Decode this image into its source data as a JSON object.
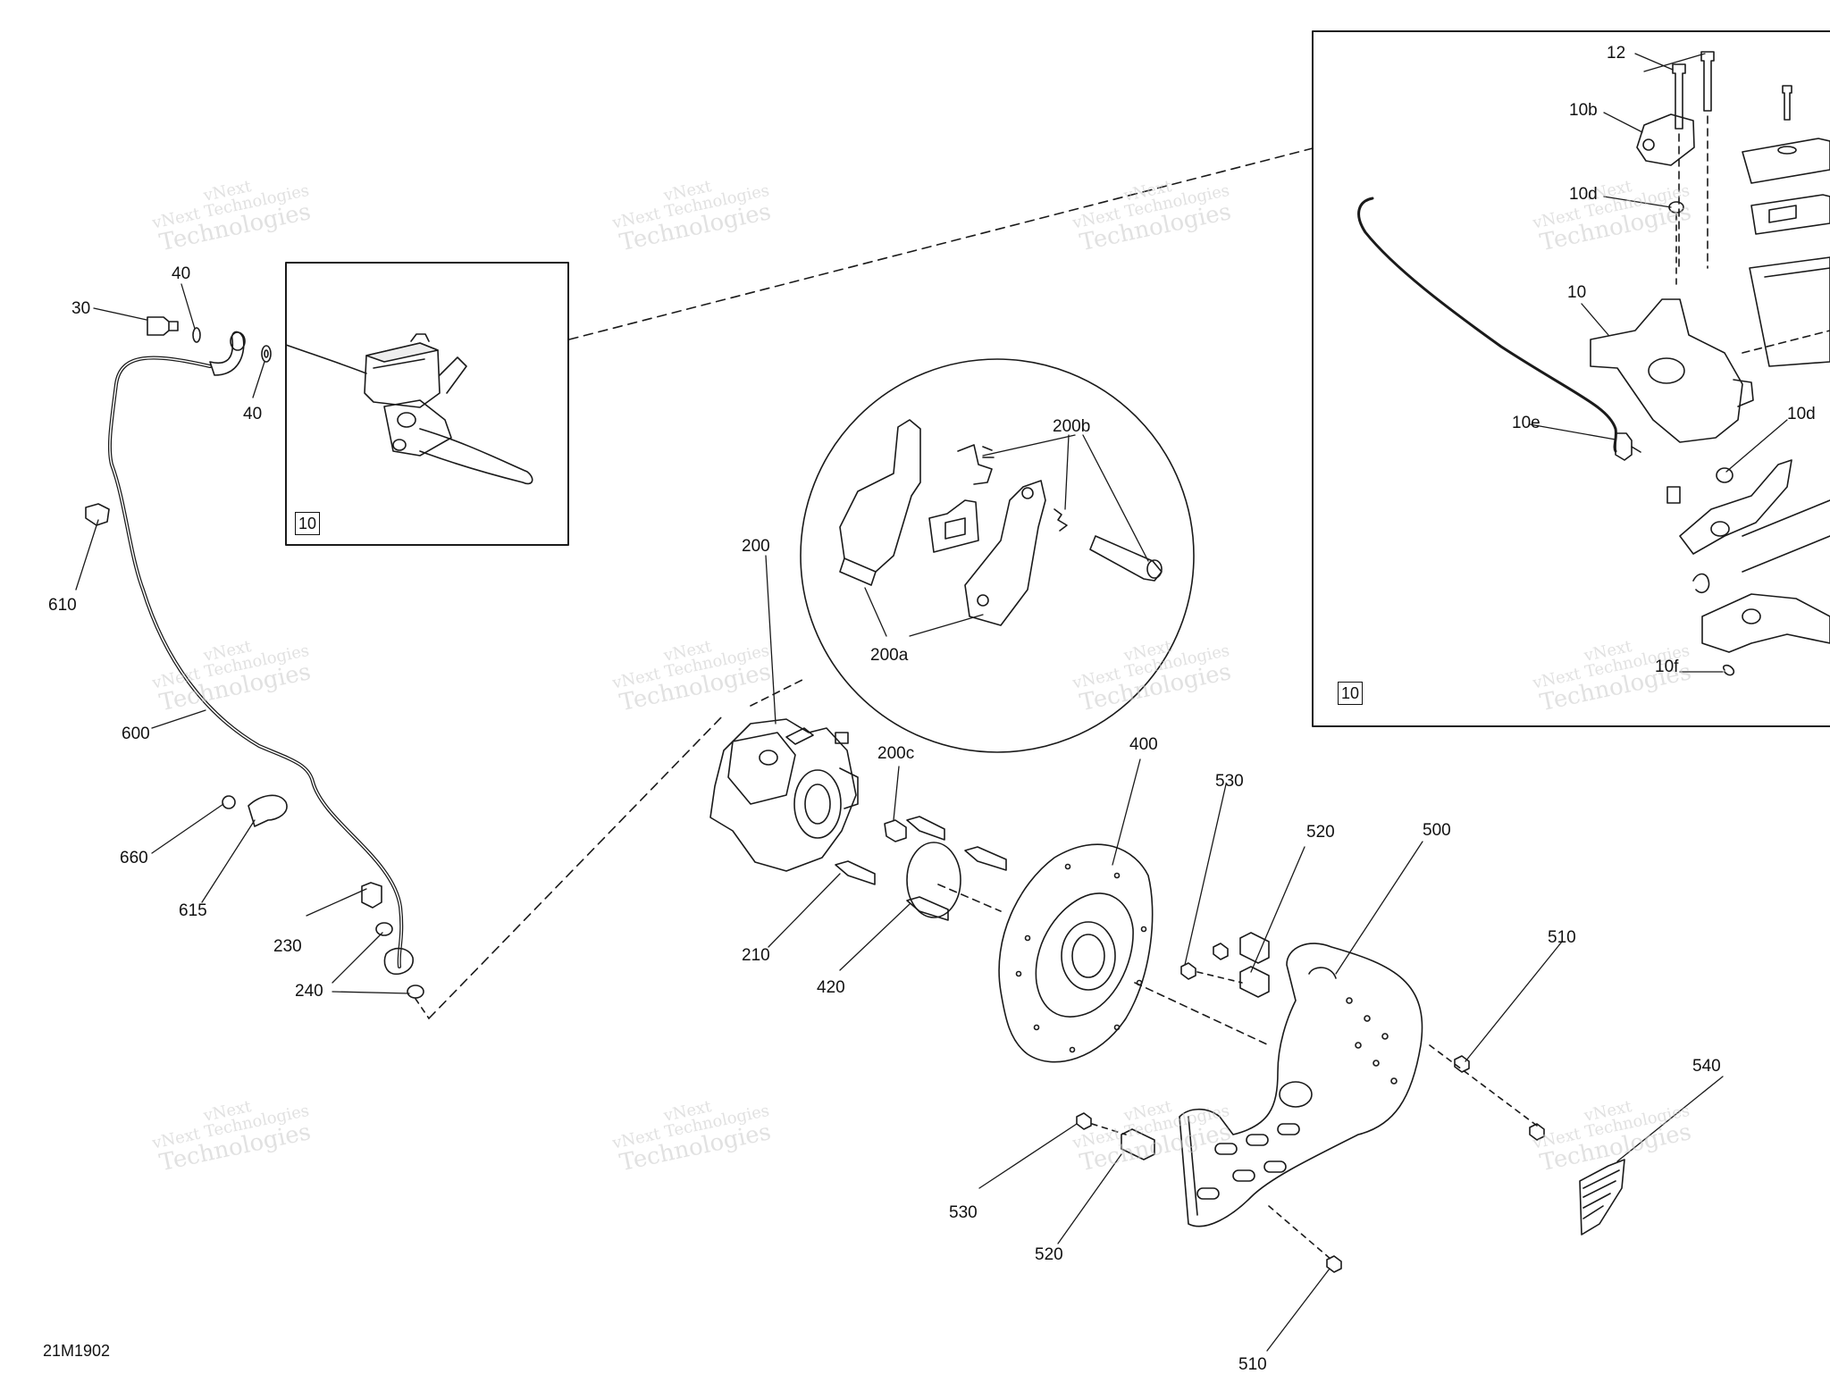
{
  "diagram_code": "21M1902",
  "inset_tags": [
    "10",
    "10"
  ],
  "watermark": {
    "line1": "vNext",
    "line2": "vNext Technologies",
    "line3": "Technologies"
  },
  "callouts": [
    {
      "id": "c12",
      "text": "12"
    },
    {
      "id": "c10b",
      "text": "10b"
    },
    {
      "id": "c10d_top",
      "text": "10d"
    },
    {
      "id": "c10",
      "text": "10"
    },
    {
      "id": "c10e",
      "text": "10e"
    },
    {
      "id": "c10d_right",
      "text": "10d"
    },
    {
      "id": "c10f",
      "text": "10f"
    },
    {
      "id": "c40_top",
      "text": "40"
    },
    {
      "id": "c30",
      "text": "30"
    },
    {
      "id": "c40_bottom",
      "text": "40"
    },
    {
      "id": "c610",
      "text": "610"
    },
    {
      "id": "c600",
      "text": "600"
    },
    {
      "id": "c660",
      "text": "660"
    },
    {
      "id": "c615",
      "text": "615"
    },
    {
      "id": "c230",
      "text": "230"
    },
    {
      "id": "c240",
      "text": "240"
    },
    {
      "id": "c200b",
      "text": "200b"
    },
    {
      "id": "c200",
      "text": "200"
    },
    {
      "id": "c200a",
      "text": "200a"
    },
    {
      "id": "c200c",
      "text": "200c"
    },
    {
      "id": "c210",
      "text": "210"
    },
    {
      "id": "c420",
      "text": "420"
    },
    {
      "id": "c400",
      "text": "400"
    },
    {
      "id": "c530_top",
      "text": "530"
    },
    {
      "id": "c520_top",
      "text": "520"
    },
    {
      "id": "c500",
      "text": "500"
    },
    {
      "id": "c510_top",
      "text": "510"
    },
    {
      "id": "c540",
      "text": "540"
    },
    {
      "id": "c530_bottom",
      "text": "530"
    },
    {
      "id": "c520_bottom",
      "text": "520"
    },
    {
      "id": "c510_bottom",
      "text": "510"
    }
  ]
}
